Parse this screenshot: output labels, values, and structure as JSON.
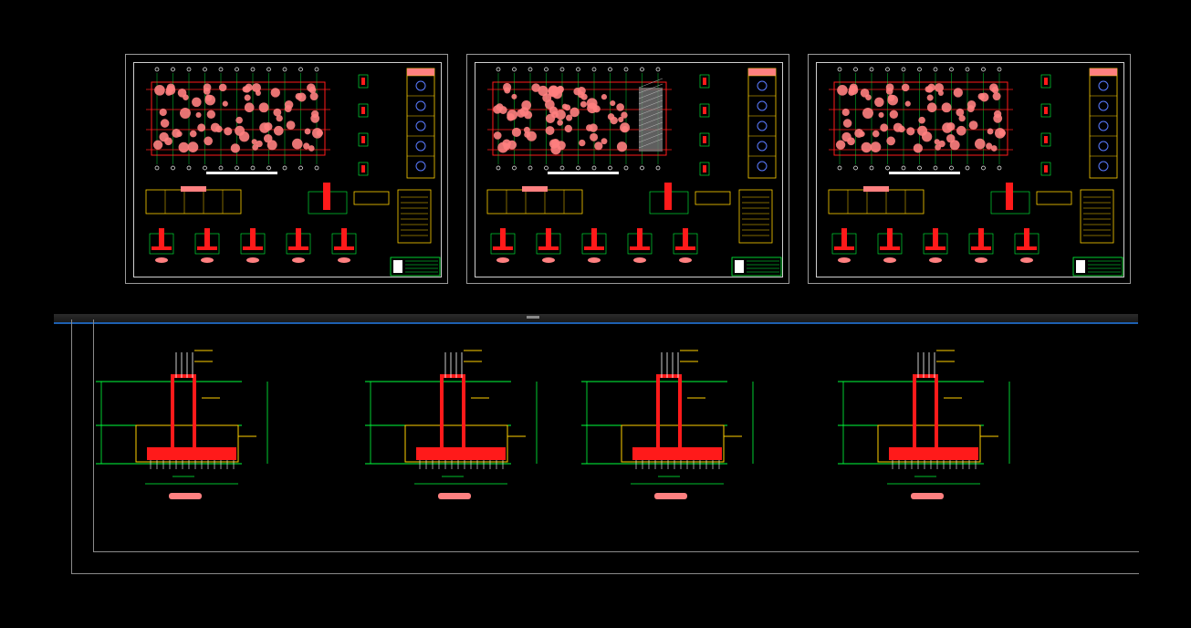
{
  "app": {
    "viewport": "model-space",
    "accent_color": "#1d5fb0"
  },
  "colors": {
    "background": "#000000",
    "rebar": "#ff1a1a",
    "grid_lines": "#00ff3c",
    "dimension": "#00ff3c",
    "annotation": "#ffd000",
    "frame": "#8a8a8a",
    "hatch_fill": "#ff8080"
  },
  "sheets": [
    {
      "id": "sheet-1",
      "hatched_block": false
    },
    {
      "id": "sheet-2",
      "hatched_block": true
    },
    {
      "id": "sheet-3",
      "hatched_block": false
    }
  ],
  "footing_details": [
    {
      "id": "footing-detail-1"
    },
    {
      "id": "footing-detail-2"
    },
    {
      "id": "footing-detail-3"
    },
    {
      "id": "footing-detail-4"
    }
  ],
  "icons": {
    "divider_grip": "grip-handle-icon"
  }
}
